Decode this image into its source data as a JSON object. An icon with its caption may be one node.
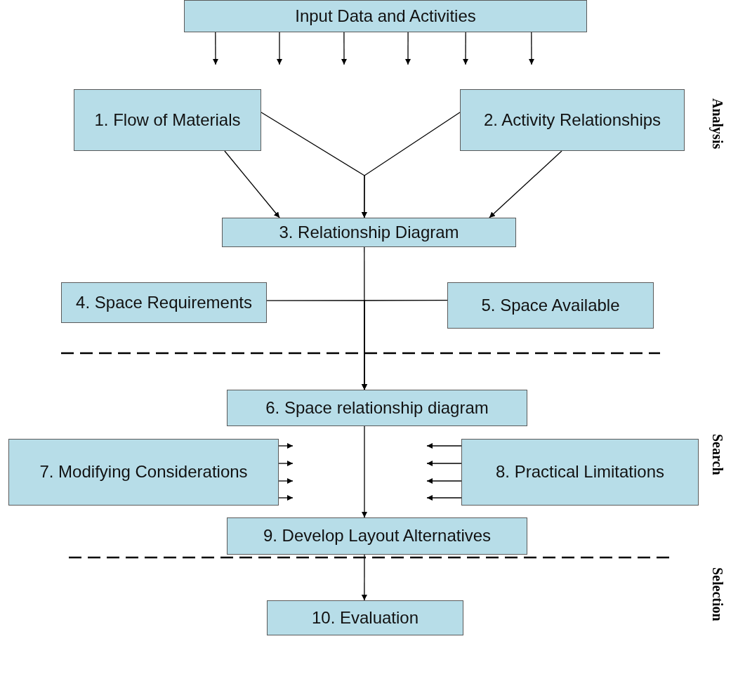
{
  "diagram": {
    "nodes": [
      {
        "text": [
          "Input Data and Activities"
        ]
      },
      {
        "text": [
          "1. Flow of Materials"
        ]
      },
      {
        "text": [
          "2. Activity Relationships"
        ]
      },
      {
        "text": [
          "3. Relationship Diagram"
        ]
      },
      {
        "text": [
          "4. Space Requirements"
        ]
      },
      {
        "text": [
          "5. Space Available"
        ]
      },
      {
        "text": [
          "6. Space relationship diagram"
        ]
      },
      {
        "text": [
          "7. Modifying Considerations"
        ]
      },
      {
        "text": [
          "8. Practical Limitations"
        ]
      },
      {
        "text": [
          "9. Develop Layout Alternatives"
        ]
      },
      {
        "text": [
          "10. Evaluation"
        ]
      }
    ],
    "edges": [
      {
        "from": 0,
        "to": null,
        "arrow": "to"
      },
      {
        "from": 0,
        "to": null,
        "arrow": "to"
      },
      {
        "from": 0,
        "to": null,
        "arrow": "to"
      },
      {
        "from": 0,
        "to": null,
        "arrow": "to"
      },
      {
        "from": 0,
        "to": null,
        "arrow": "to"
      },
      {
        "from": 0,
        "to": null,
        "arrow": "to"
      },
      {
        "from": 1,
        "to": 3,
        "arrow": "to"
      },
      {
        "from": 1,
        "to": 3,
        "arrow": "to"
      },
      {
        "from": 2,
        "to": 3,
        "arrow": "to"
      },
      {
        "from": 2,
        "to": 3,
        "arrow": "to"
      },
      {
        "from": 3,
        "to": 6,
        "arrow": "to"
      },
      {
        "from": 4,
        "to": 6,
        "arrow": "to"
      },
      {
        "from": 5,
        "to": 6,
        "arrow": "to"
      },
      {
        "from": 6,
        "to": 9,
        "arrow": "to"
      },
      {
        "from": 7,
        "to": null,
        "arrow": "to"
      },
      {
        "from": 7,
        "to": null,
        "arrow": "to"
      },
      {
        "from": 7,
        "to": null,
        "arrow": "to"
      },
      {
        "from": 7,
        "to": null,
        "arrow": "to"
      },
      {
        "from": 8,
        "to": null,
        "arrow": "to"
      },
      {
        "from": 8,
        "to": null,
        "arrow": "to"
      },
      {
        "from": 8,
        "to": null,
        "arrow": "to"
      },
      {
        "from": 8,
        "to": null,
        "arrow": "to"
      },
      {
        "from": 9,
        "to": 10,
        "arrow": "to"
      }
    ],
    "labels": [
      "Analysis",
      "Search",
      "Selection"
    ]
  }
}
